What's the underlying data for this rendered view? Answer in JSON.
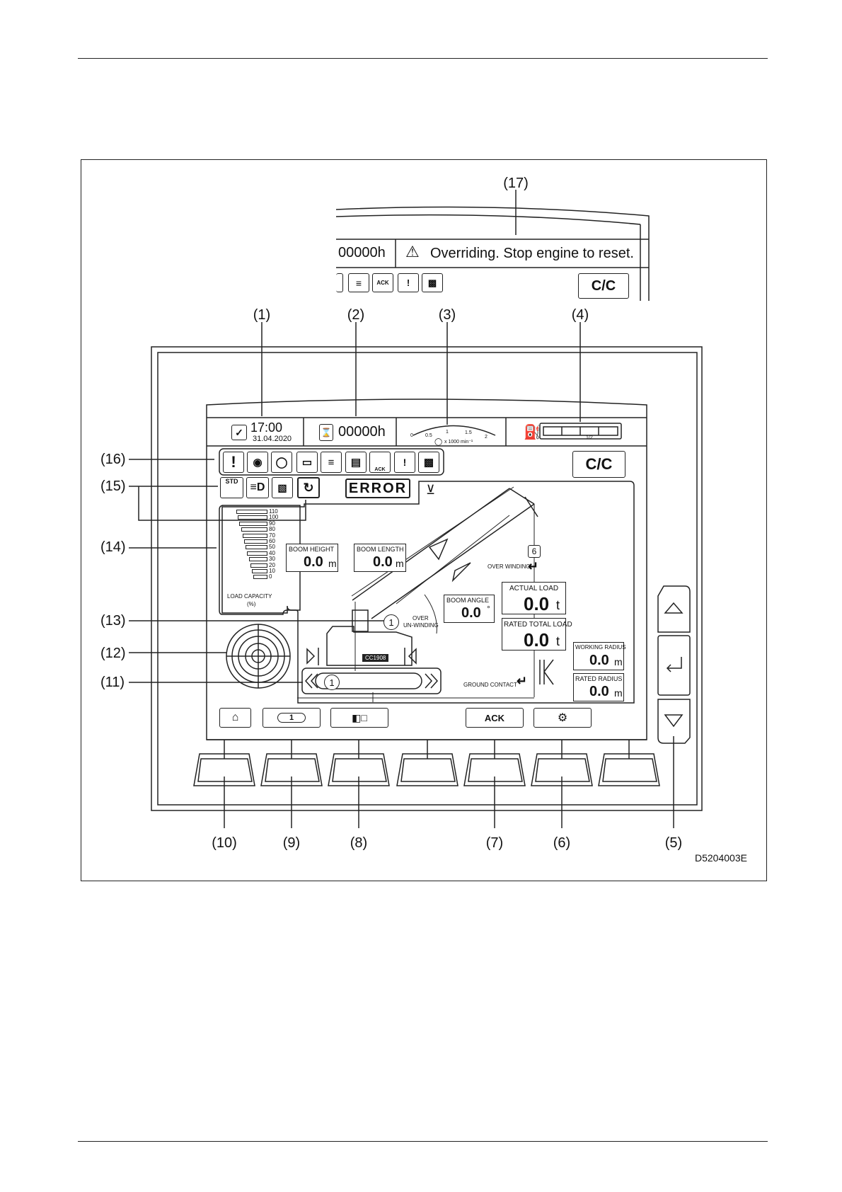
{
  "callouts": {
    "c17": "(17)",
    "c1": "(1)",
    "c2": "(2)",
    "c3": "(3)",
    "c4": "(4)",
    "c16": "(16)",
    "c15": "(15)",
    "c14": "(14)",
    "c13": "(13)",
    "c12": "(12)",
    "c11": "(11)",
    "c10": "(10)",
    "c9": "(9)",
    "c8": "(8)",
    "c7": "(7)",
    "c6": "(6)",
    "c5": "(5)"
  },
  "doc_id": "D5204003E",
  "inset": {
    "hours": "00000h",
    "warning_text": "Overriding. Stop engine to reset.",
    "ack": "ACK",
    "cc_label": "C/C"
  },
  "display": {
    "time": "17:00",
    "date": "31.04.2020",
    "hours": "00000h",
    "rpm_ticks": [
      "0",
      "0.5",
      "1",
      "1.5",
      "2"
    ],
    "rpm_unit": "x 1000 min⁻¹",
    "fuel_mark": "1/2",
    "ack_small": "ACK",
    "cc_label": "C/C",
    "std_label": "STD",
    "error_label": "ERROR",
    "load_ticks": [
      "110",
      "100",
      "90",
      "80",
      "70",
      "60",
      "50",
      "40",
      "30",
      "20",
      "10",
      "0"
    ],
    "load_capacity_label": "LOAD CAPACITY",
    "load_capacity_unit": "(%)",
    "boom_height": {
      "label": "BOOM HEIGHT",
      "value": "0.0",
      "unit": "m"
    },
    "boom_length": {
      "label": "BOOM LENGTH",
      "value": "0.0",
      "unit": "m"
    },
    "boom_angle": {
      "label": "BOOM ANGLE",
      "value": "0.0",
      "unit": "°"
    },
    "actual_load": {
      "label": "ACTUAL LOAD",
      "value": "0.0",
      "unit": "t"
    },
    "rated_total_load": {
      "label": "RATED TOTAL LOAD",
      "value": "0.0",
      "unit": "t"
    },
    "working_radius": {
      "label": "WORKING RADIUS",
      "value": "0.0",
      "unit": "m"
    },
    "rated_radius": {
      "label": "RATED RADIUS",
      "value": "0.0",
      "unit": "m"
    },
    "over_winding": "OVER WINDING",
    "over_unwinding_1": "OVER",
    "over_unwinding_2": "UN-WINDING",
    "ground_contact": "GROUND CONTACT",
    "hook_number": "6",
    "winch_number": "1",
    "track_number": "1",
    "model_label": "CC1908",
    "softkey_track_number": "1",
    "softkey_ack": "ACK"
  }
}
